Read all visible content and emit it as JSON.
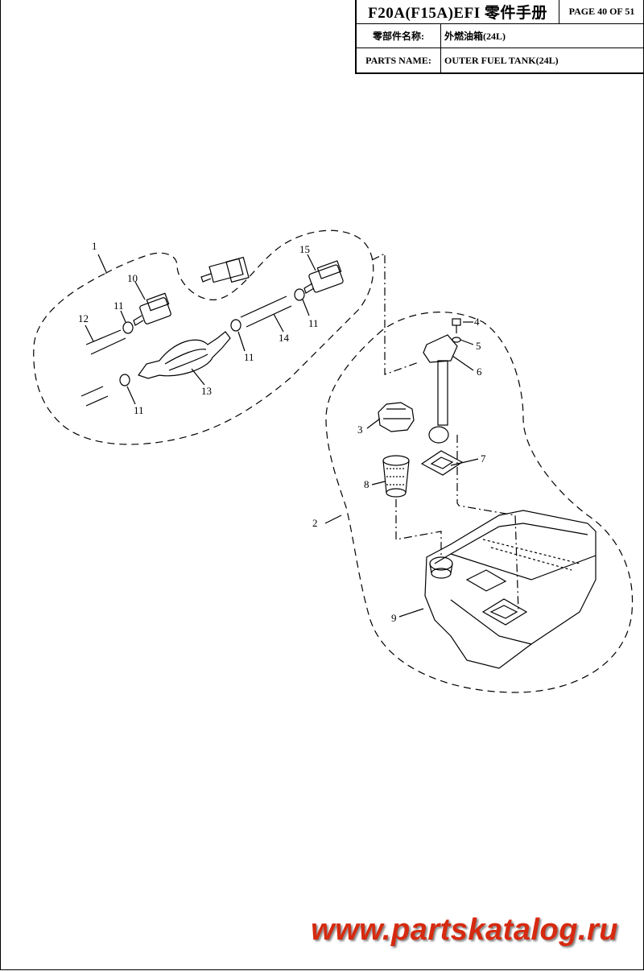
{
  "header": {
    "title": "F20A(F15A)EFI 零件手册",
    "page": "PAGE 40 OF 51",
    "cn_label": "零部件名称:",
    "cn_value": "外燃油箱(24L)",
    "en_label": "PARTS NAME:",
    "en_value": "OUTER FUEL TANK(24L)"
  },
  "callouts": {
    "c1": "1",
    "c2": "2",
    "c3": "3",
    "c4": "4",
    "c5": "5",
    "c6": "6",
    "c7": "7",
    "c8": "8",
    "c9": "9",
    "c10": "10",
    "c11a": "11",
    "c11b": "11",
    "c11c": "11",
    "c11d": "11",
    "c12": "12",
    "c13": "13",
    "c14": "14",
    "c15": "15"
  },
  "watermark": "www.partskatalog.ru",
  "colors": {
    "line": "#000000",
    "watermark": "#d62a10"
  }
}
